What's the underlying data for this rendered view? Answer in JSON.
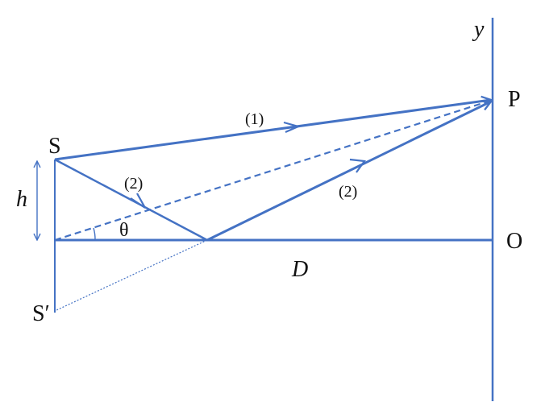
{
  "diagram": {
    "colors": {
      "line": "#4472C4",
      "text": "#111111",
      "background": "#ffffff"
    },
    "labels": {
      "source": "S",
      "image_source": "S′",
      "point_p": "P",
      "origin": "O",
      "axis_y": "y",
      "height": "h",
      "distance": "D",
      "angle": "θ",
      "path_direct": "(1)",
      "path_reflected_in": "(2)",
      "path_reflected_out": "(2)"
    }
  }
}
